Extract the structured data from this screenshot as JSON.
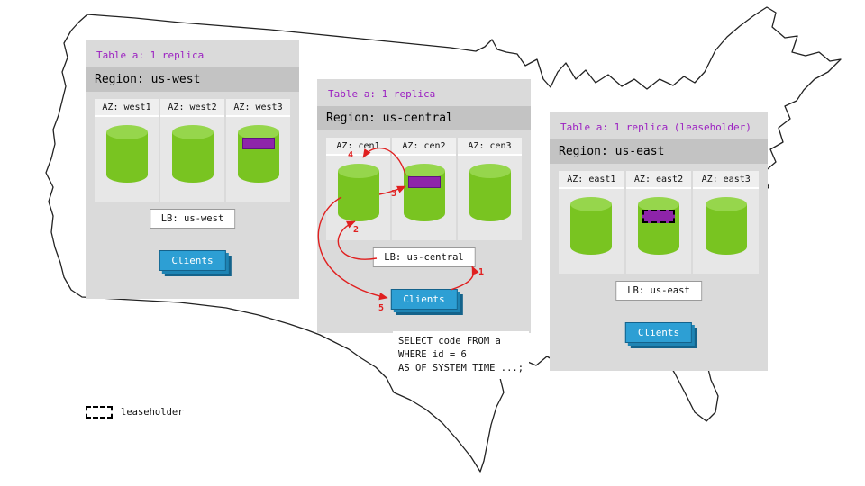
{
  "regions": [
    {
      "table_label": "Table a: 1 replica",
      "region_label": "Region: us-west",
      "azs": [
        {
          "label": "AZ: west1",
          "has_range": false,
          "leaseholder": false
        },
        {
          "label": "AZ: west2",
          "has_range": false,
          "leaseholder": false
        },
        {
          "label": "AZ: west3",
          "has_range": true,
          "leaseholder": false
        }
      ],
      "lb": "LB: us-west",
      "clients": "Clients"
    },
    {
      "table_label": "Table a: 1 replica",
      "region_label": "Region: us-central",
      "azs": [
        {
          "label": "AZ: cen1",
          "has_range": false,
          "leaseholder": false
        },
        {
          "label": "AZ: cen2",
          "has_range": true,
          "leaseholder": false
        },
        {
          "label": "AZ: cen3",
          "has_range": false,
          "leaseholder": false
        }
      ],
      "lb": "LB: us-central",
      "clients": "Clients"
    },
    {
      "table_label": "Table a: 1 replica (leaseholder)",
      "region_label": "Region: us-east",
      "azs": [
        {
          "label": "AZ: east1",
          "has_range": false,
          "leaseholder": false
        },
        {
          "label": "AZ: east2",
          "has_range": true,
          "leaseholder": true
        },
        {
          "label": "AZ: east3",
          "has_range": false,
          "leaseholder": false
        }
      ],
      "lb": "LB: us-east",
      "clients": "Clients"
    }
  ],
  "flow_steps": {
    "s1": "1",
    "s2": "2",
    "s3": "3",
    "s4": "4",
    "s5": "5"
  },
  "sql_note": {
    "line1": "SELECT code FROM a",
    "line2": "WHERE id = 6",
    "line3": "AS OF SYSTEM TIME ...;"
  },
  "legend": {
    "label": "leaseholder"
  },
  "colors": {
    "table_label": "#9b1fc1",
    "cylinder": "#79c421",
    "range": "#8e24aa",
    "arrow": "#e02020",
    "clients": "#2d9fd4",
    "panel": "#dadada"
  }
}
